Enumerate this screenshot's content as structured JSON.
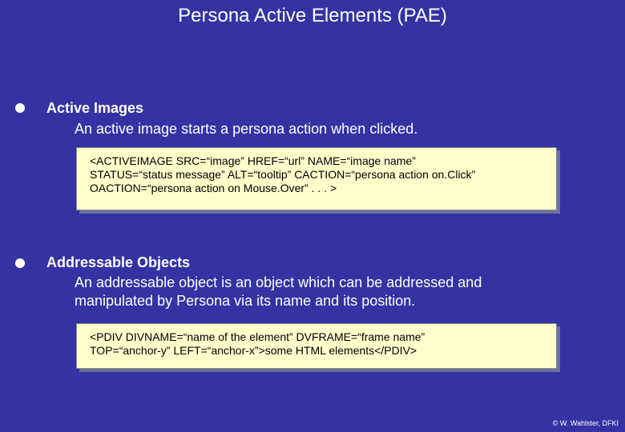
{
  "slide": {
    "title": "Persona Active Elements (PAE)",
    "sections": [
      {
        "heading": "Active Images",
        "description": [
          "An active image starts a persona action when clicked."
        ],
        "code": [
          "<ACTIVEIMAGE SRC=“image” HREF=“url” NAME=“image name”",
          "STATUS=“status message” ALT=“tooltip” CACTION=“persona action on.Click”",
          "OACTION=“persona action on Mouse.Over” . . . >"
        ]
      },
      {
        "heading": "Addressable Objects",
        "description": [
          "An addressable object is an object which can be addressed and",
          "manipulated by Persona via its name and its position."
        ],
        "code": [
          "<PDIV DIVNAME=“name of the element” DVFRAME=“frame name”",
          "TOP=“anchor-y” LEFT=“anchor-x”>some HTML elements</PDIV>"
        ]
      }
    ],
    "footer": "© W. Wahlster, DFKI"
  },
  "colors": {
    "background": "#3333a3",
    "code_box": "#ffffcc",
    "text": "#ffffff"
  }
}
